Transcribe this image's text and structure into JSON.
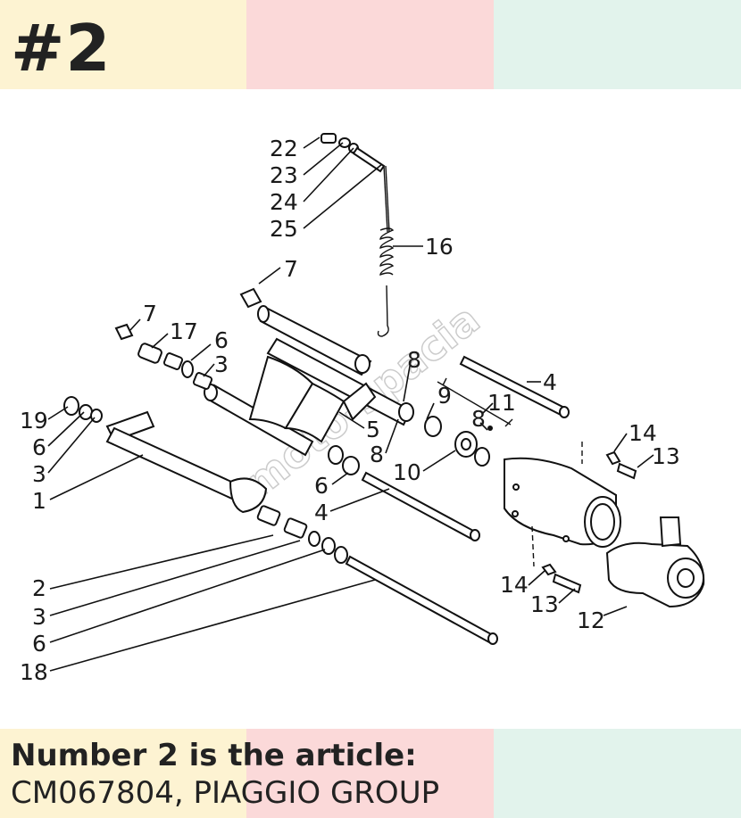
{
  "badge": "#2",
  "caption": {
    "line1": "Number 2 is the article:",
    "line2": "CM067804, PIAGGIO GROUP"
  },
  "watermark": "moto-spacia",
  "labels": {
    "p22": "22",
    "p23": "23",
    "p24": "24",
    "p25": "25",
    "p16": "16",
    "p7a": "7",
    "p7b": "7",
    "p17": "17",
    "p6a": "6",
    "p3a": "3",
    "p8a": "8",
    "p9": "9",
    "p11": "11",
    "p8b": "8",
    "p4a": "4",
    "p19": "19",
    "p6b": "6",
    "p3b": "3",
    "p1": "1",
    "p5": "5",
    "p8c": "8",
    "p6c": "6",
    "p10": "10",
    "p4b": "4",
    "p14a": "14",
    "p13a": "13",
    "p2": "2",
    "p3c": "3",
    "p6d": "6",
    "p18": "18",
    "p14b": "14",
    "p13b": "13",
    "p12": "12"
  },
  "colors": {
    "band_yellow": "#fdf3d2",
    "band_pink": "#fbd9d9",
    "band_green": "#e2f3ec",
    "text": "#222222"
  }
}
